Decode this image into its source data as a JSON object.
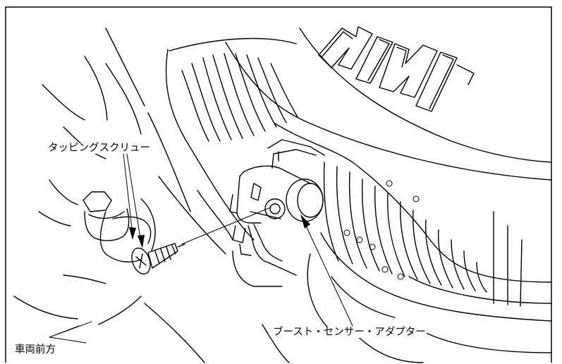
{
  "labels": {
    "tapping_screw": "タッピングスクリュー",
    "boost_sensor_adapter": "ブースト・センサー・アダプター",
    "vehicle_front": "車両前方"
  },
  "embossed_logo_text": "MINI",
  "colors": {
    "line": "#000000",
    "background": "#ffffff",
    "frame": "#000000"
  }
}
